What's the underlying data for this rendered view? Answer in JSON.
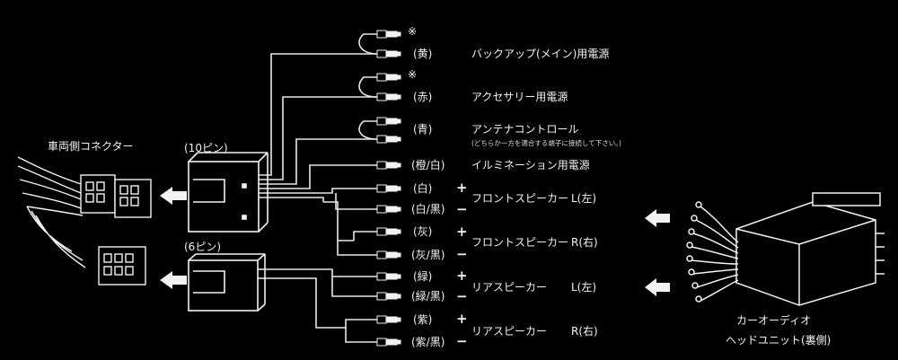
{
  "diagram": {
    "vehicle_connector_label": "車両側コネクター",
    "connector_10pin_label": "(10ピン)",
    "connector_6pin_label": "(6ピン)",
    "head_unit_label_line1": "カーオーディオ",
    "head_unit_label_line2": "ヘッドユニット(裏側)",
    "note_mark": "※",
    "terminals": [
      {
        "color": "(黄)",
        "function": "バックアップ(メイン)用電源"
      },
      {
        "color": "(赤)",
        "function": "アクセサリー用電源"
      },
      {
        "color": "(青)",
        "function": "アンテナコントロール",
        "note": "(どちらか一方を適合する端子に接続して下さい。)"
      },
      {
        "color": "(橙/白)",
        "function": "イルミネーション用電源"
      },
      {
        "color": "(白)",
        "sign": "+",
        "function": "フロントスピーカー",
        "channel": "L(左)"
      },
      {
        "color": "(白/黒)",
        "sign": "−"
      },
      {
        "color": "(灰)",
        "sign": "+",
        "function": "フロントスピーカー",
        "channel": "R(右)"
      },
      {
        "color": "(灰/黒)",
        "sign": "−"
      },
      {
        "color": "(緑)",
        "sign": "+",
        "function": "リアスピーカー",
        "channel": "L(左)"
      },
      {
        "color": "(緑/黒)",
        "sign": "−"
      },
      {
        "color": "(紫)",
        "sign": "+",
        "function": "リアスピーカー",
        "channel": "R(右)"
      },
      {
        "color": "(紫/黒)",
        "sign": "−"
      }
    ]
  }
}
